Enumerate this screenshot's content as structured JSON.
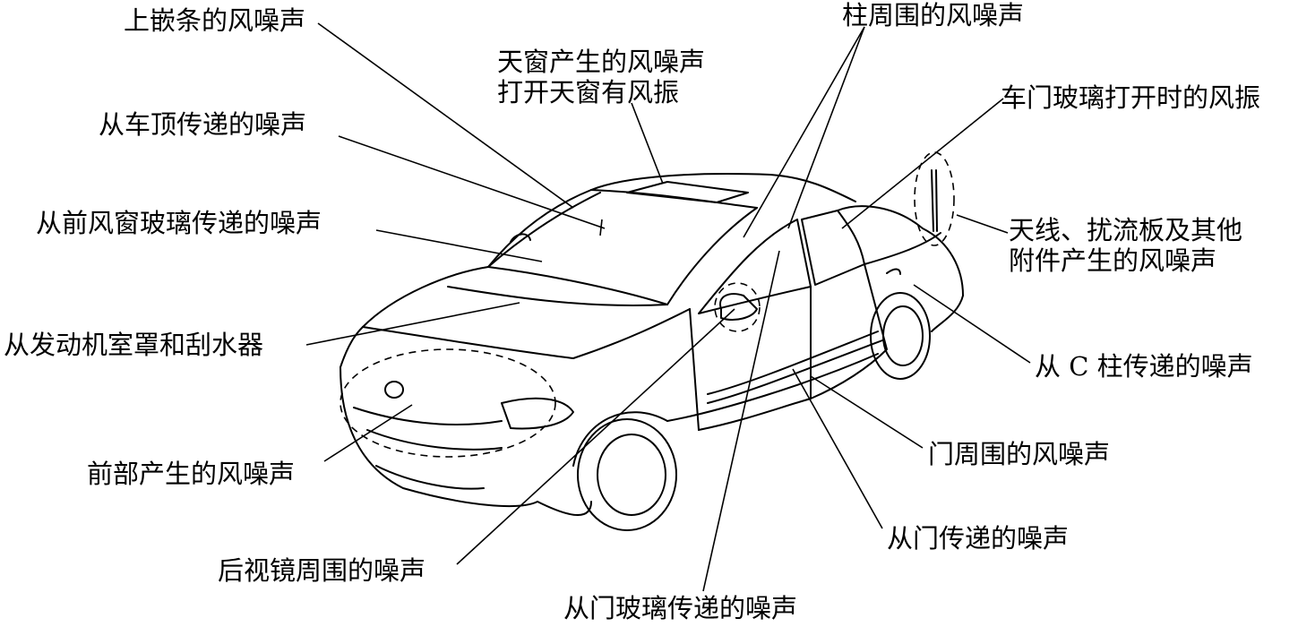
{
  "diagram": {
    "labels": {
      "top_molding": "上嵌条的风噪声",
      "roof": "从车顶传递的噪声",
      "windshield": "从前风窗玻璃传递的噪声",
      "hood_wiper": "从发动机室罩和刮水器",
      "front": "前部产生的风噪声",
      "mirror": "后视镜周围的噪声",
      "door_glass_transmit": "从门玻璃传递的噪声",
      "sunroof_line1": "天窗产生的风噪声",
      "sunroof_line2": "打开天窗有风振",
      "pillar": "柱周围的风噪声",
      "door_glass_open": "车门玻璃打开时的风振",
      "antenna_line1": "天线、扰流板及其他",
      "antenna_line2": "附件产生的风噪声",
      "c_pillar": "从 C 柱传递的噪声",
      "door_around": "门周围的风噪声",
      "door_transmit": "从门传递的噪声"
    }
  }
}
